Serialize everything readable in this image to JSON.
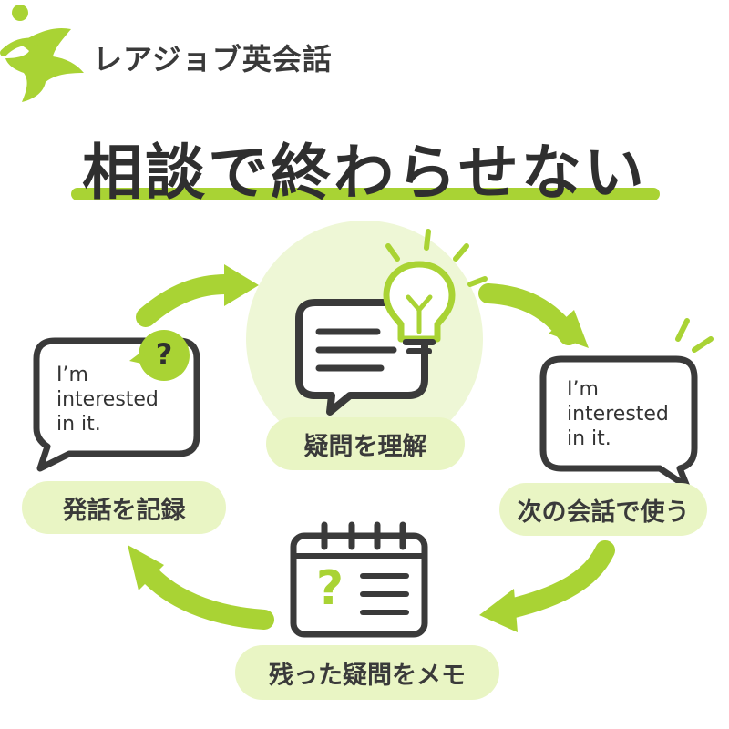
{
  "brand": {
    "name": "レアジョブ英会話"
  },
  "title": "相談で終わらせない",
  "steps": [
    {
      "label": "疑問を理解"
    },
    {
      "label": "次の会話で使う"
    },
    {
      "label": "残った疑問をメモ"
    },
    {
      "label": "発話を記録"
    }
  ],
  "bubbles": {
    "left": {
      "text": "I’m\ninterested\nin it."
    },
    "right": {
      "text": "I’m\ninterested\nin it."
    }
  },
  "icons": {
    "question_mark": "?",
    "memo_question": "?"
  },
  "colors": {
    "accent": "#a9d334",
    "accent_light": "#e9f5c4",
    "dark": "#3a3a3a"
  }
}
